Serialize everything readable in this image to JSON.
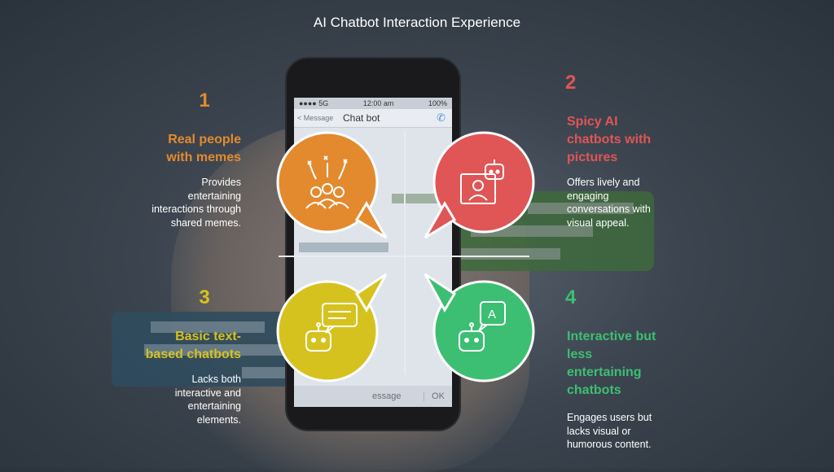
{
  "title": "AI Chatbot Interaction Experience",
  "phone": {
    "signal": "●●●● 5G",
    "time": "12:00 am",
    "battery": "100%",
    "back": "< Message",
    "chat_title": "Chat bot",
    "input_placeholder": "essage",
    "ok": "OK"
  },
  "items": [
    {
      "number": "1",
      "heading_lines": [
        "Real people",
        "with memes"
      ],
      "description_lines": [
        "Provides",
        "entertaining",
        "interactions through",
        "shared memes."
      ],
      "color": "#e38a2e",
      "icon": "people-celebrating-icon"
    },
    {
      "number": "2",
      "heading_lines": [
        "Spicy AI",
        "chatbots with",
        "pictures"
      ],
      "description_lines": [
        "Offers lively and",
        "engaging",
        "conversations with",
        "visual appeal."
      ],
      "color": "#e05556",
      "icon": "robot-picture-icon"
    },
    {
      "number": "3",
      "heading_lines": [
        "Basic text-",
        "based chatbots"
      ],
      "description_lines": [
        "Lacks both",
        "interactive and",
        "entertaining",
        "elements."
      ],
      "color": "#d6c21e",
      "icon": "robot-text-chat-icon"
    },
    {
      "number": "4",
      "heading_lines": [
        "Interactive but",
        "less",
        "entertaining",
        "chatbots"
      ],
      "description_lines": [
        "Engages users but",
        "lacks visual or",
        "humorous content."
      ],
      "color": "#3dbf73",
      "icon": "robot-translate-icon"
    }
  ]
}
